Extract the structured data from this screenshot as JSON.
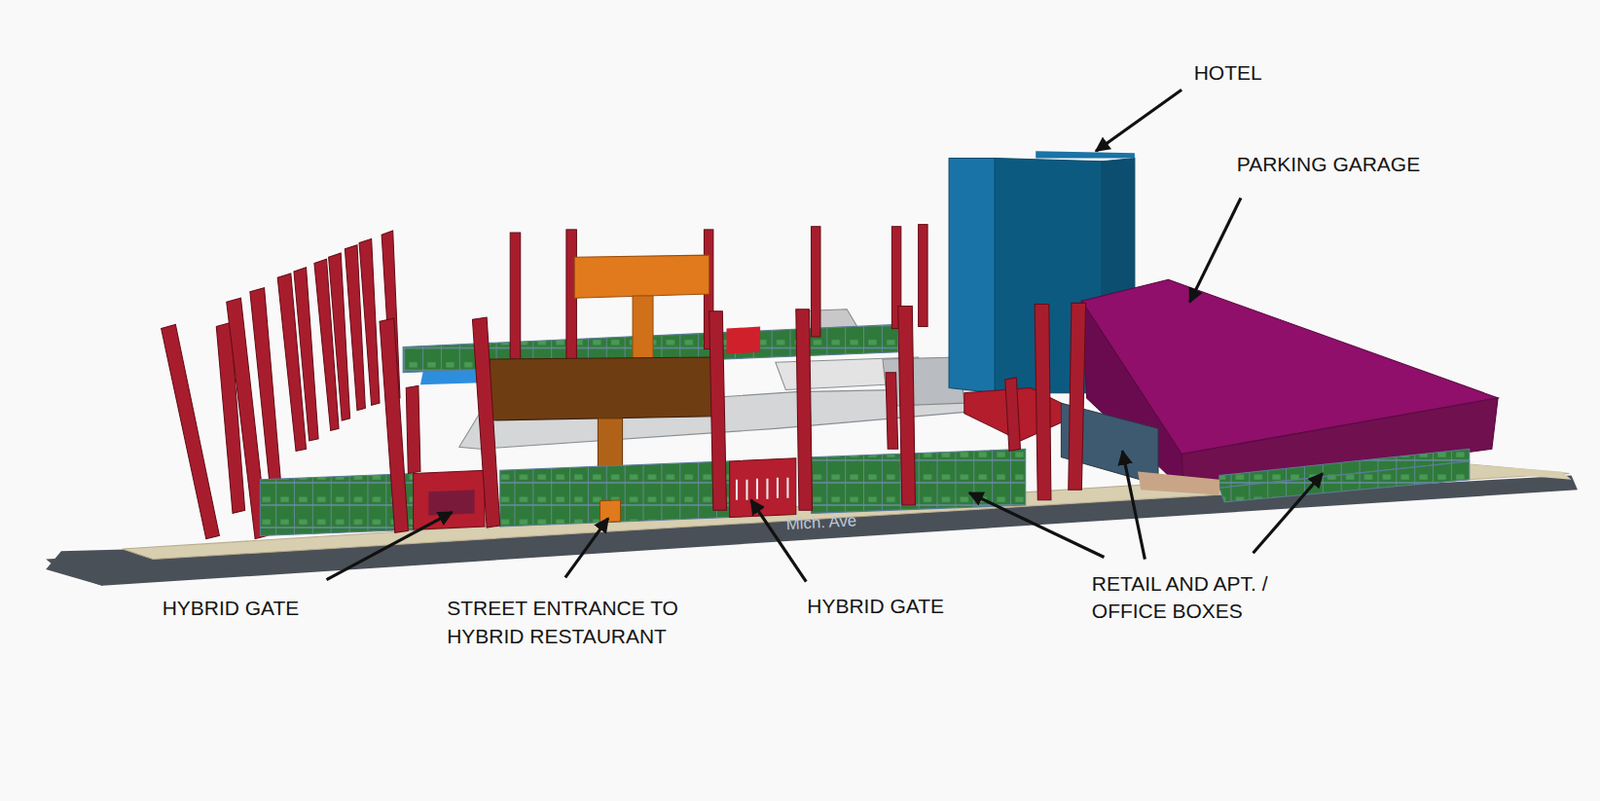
{
  "diagram": {
    "labels": [
      "HOTEL",
      "PARKING GARAGE",
      "HYBRID GATE",
      "STREET ENTRANCE TO HYBRID RESTAURANT",
      "HYBRID GATE",
      "RETAIL AND APT. / OFFICE BOXES",
      "Mich. Ave"
    ]
  }
}
